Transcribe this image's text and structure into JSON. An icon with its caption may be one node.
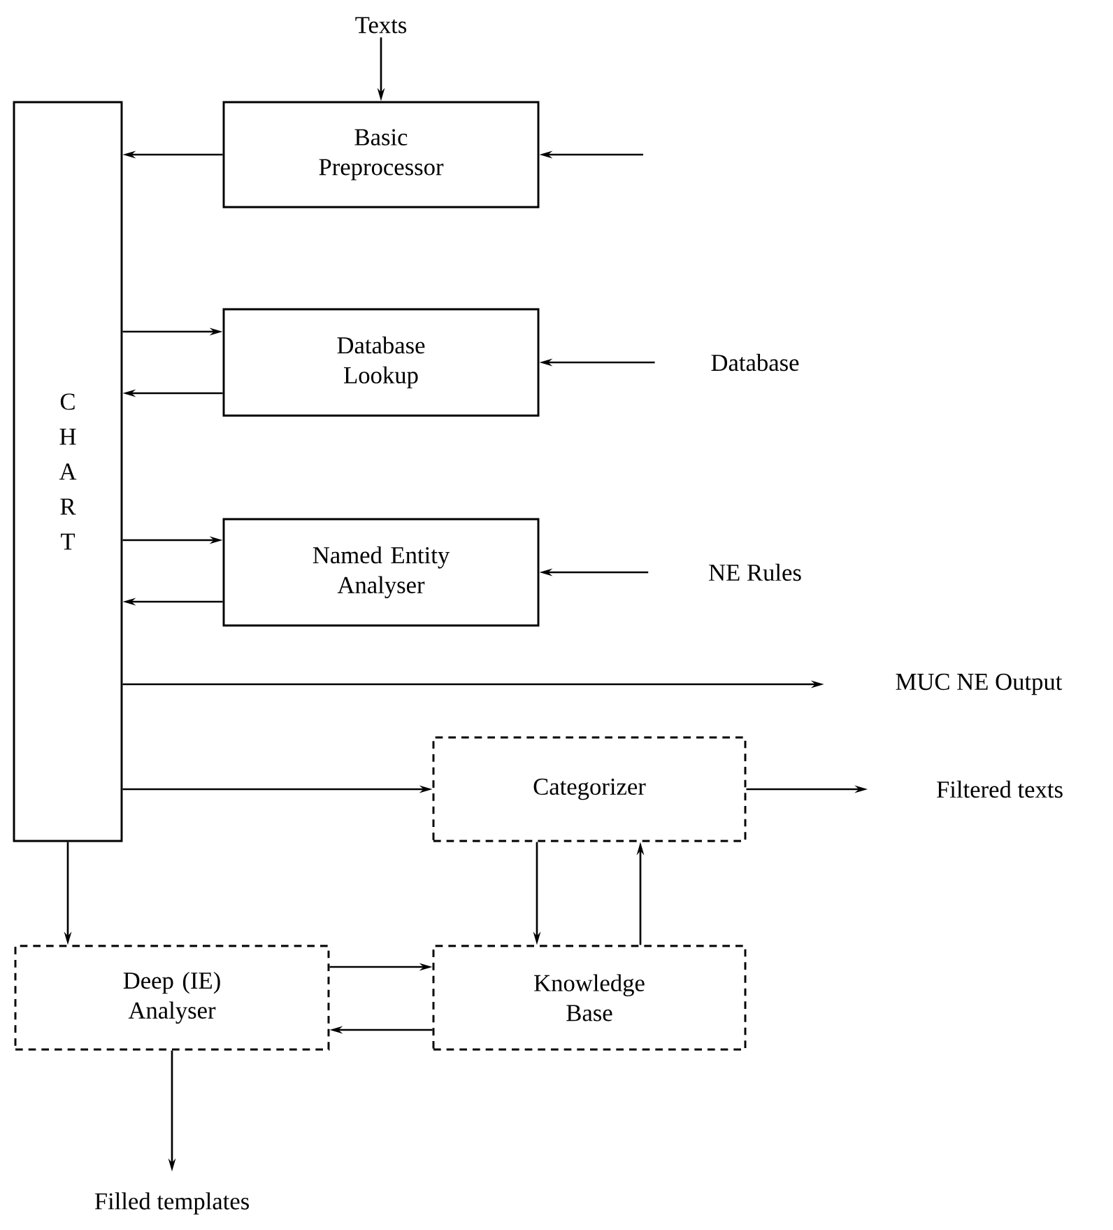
{
  "diagram": {
    "nodes": [
      {
        "text": [
          "Texts"
        ]
      },
      {
        "text": [
          "C H A R T"
        ]
      },
      {
        "text": [
          "Basic Preprocessor"
        ]
      },
      {
        "text": [
          "Database Lookup"
        ]
      },
      {
        "text": [
          "Named Entity Analyser"
        ]
      },
      {
        "text": [
          "Database"
        ]
      },
      {
        "text": [
          "NE Rules"
        ]
      },
      {
        "text": [
          "MUC NE Output"
        ]
      },
      {
        "text": [
          "Categorizer"
        ]
      },
      {
        "text": [
          "Filtered texts"
        ]
      },
      {
        "text": [
          "Deep (IE) Analyser"
        ]
      },
      {
        "text": [
          "Knowledge Base"
        ]
      },
      {
        "text": [
          "Filled templates"
        ]
      }
    ],
    "edges": [
      {
        "from": 0,
        "to": 2,
        "arrow": "to"
      },
      {
        "from": null,
        "to": 2,
        "arrow": "to"
      },
      {
        "from": 2,
        "to": 1,
        "arrow": "to"
      },
      {
        "from": 1,
        "to": 3,
        "arrow": "to"
      },
      {
        "from": 3,
        "to": 1,
        "arrow": "to"
      },
      {
        "from": 5,
        "to": 3,
        "arrow": "to"
      },
      {
        "from": 1,
        "to": 4,
        "arrow": "to"
      },
      {
        "from": 4,
        "to": 1,
        "arrow": "to"
      },
      {
        "from": 6,
        "to": 4,
        "arrow": "to"
      },
      {
        "from": 1,
        "to": 7,
        "arrow": "to"
      },
      {
        "from": 1,
        "to": 8,
        "arrow": "to"
      },
      {
        "from": 8,
        "to": 9,
        "arrow": "to"
      },
      {
        "from": 8,
        "to": 11,
        "arrow": "to"
      },
      {
        "from": 11,
        "to": 8,
        "arrow": "to"
      },
      {
        "from": 1,
        "to": 10,
        "arrow": "to"
      },
      {
        "from": 10,
        "to": 11,
        "arrow": "to"
      },
      {
        "from": 11,
        "to": 10,
        "arrow": "to"
      },
      {
        "from": 10,
        "to": 12,
        "arrow": "to"
      }
    ]
  }
}
